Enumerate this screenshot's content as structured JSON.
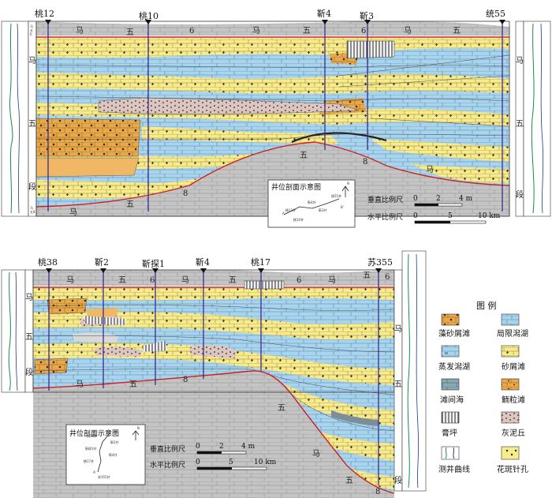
{
  "upper_section": {
    "wells": [
      "桃12",
      "桃10",
      "靳4",
      "靳3",
      "统55"
    ],
    "formation_labels": {
      "ma": "马",
      "wu": "五",
      "six": "6",
      "eight": "8"
    },
    "side_column": {
      "left": [
        "马",
        "五",
        "段"
      ],
      "right": [
        "马",
        "五",
        "段"
      ],
      "top_code": "马五6",
      "bottom_code": "马五8"
    },
    "inset": {
      "title": "井位剖面示意图",
      "wells": [
        "桃12井",
        "桃10井",
        "靳4井",
        "靳3井",
        "统55井"
      ],
      "points": [
        "A",
        "B'"
      ],
      "north": "N"
    },
    "scale": {
      "vertical_label": "垂直比例尺",
      "vertical_ticks": [
        "0",
        "2",
        "4 m"
      ],
      "horizontal_label": "水平比例尺",
      "horizontal_ticks": [
        "0",
        "5",
        "10 km"
      ]
    }
  },
  "lower_section": {
    "wells": [
      "桃38",
      "靳2",
      "靳探1",
      "靳4",
      "桃17",
      "苏355"
    ],
    "formation_labels": {
      "ma": "马",
      "wu": "五",
      "six": "6",
      "eight": "8"
    },
    "inset": {
      "title": "井位剖面示意图",
      "wells": [
        "桃38井",
        "靳2井",
        "靳探1井",
        "靳4井",
        "桃17井",
        "苏355井"
      ],
      "points": [
        "A",
        "A'"
      ],
      "north": "N"
    },
    "scale": {
      "vertical_label": "垂直比例尺",
      "vertical_ticks": [
        "0",
        "2",
        "4 m"
      ],
      "horizontal_label": "水平比例尺",
      "horizontal_ticks": [
        "0",
        "5",
        "10 km"
      ]
    }
  },
  "legend": {
    "title": "图 例",
    "items": [
      {
        "label": "藻砂屑滩",
        "pattern": "algal-sand"
      },
      {
        "label": "局限潟湖",
        "pattern": "lagoon"
      },
      {
        "label": "蒸发潟湖",
        "pattern": "evap-lagoon"
      },
      {
        "label": "砂屑滩",
        "pattern": "sand-shoal"
      },
      {
        "label": "滩间海",
        "pattern": "inter-shoal"
      },
      {
        "label": "鲕粒滩",
        "pattern": "oolitic"
      },
      {
        "label": "膏坪",
        "pattern": "gypsum"
      },
      {
        "label": "灰泥丘",
        "pattern": "mud-mound"
      },
      {
        "label": "测井曲线",
        "pattern": "log-curve"
      },
      {
        "label": "花斑针孔",
        "pattern": "pinhole"
      }
    ]
  },
  "colors": {
    "lagoon_blue": "#a9d4ee",
    "shoal_yellow": "#f7eb8c",
    "algal_orange": "#e8a94a",
    "gray_top": "#bdbdbd",
    "red_line": "#d0211f",
    "well_line": "#3a2c8c"
  }
}
